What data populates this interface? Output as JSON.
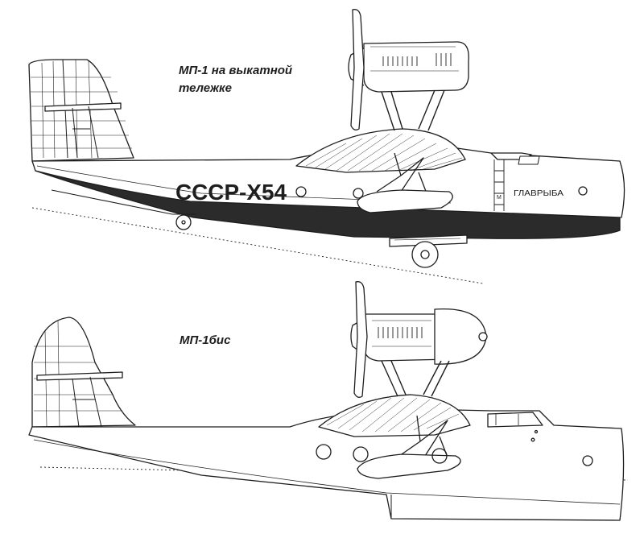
{
  "drawing": {
    "upper_caption_line1": "МП-1 на выкатной",
    "upper_caption_line2": "тележке",
    "lower_caption": "МП-1бис",
    "registration": "СССР-Х54",
    "hull_inscription": "ГЛАВРЫБА",
    "hull_mark": "М"
  },
  "colors": {
    "ink": "#1e1e1e",
    "hull_dark": "#2b2b2b",
    "paper": "#ffffff"
  }
}
